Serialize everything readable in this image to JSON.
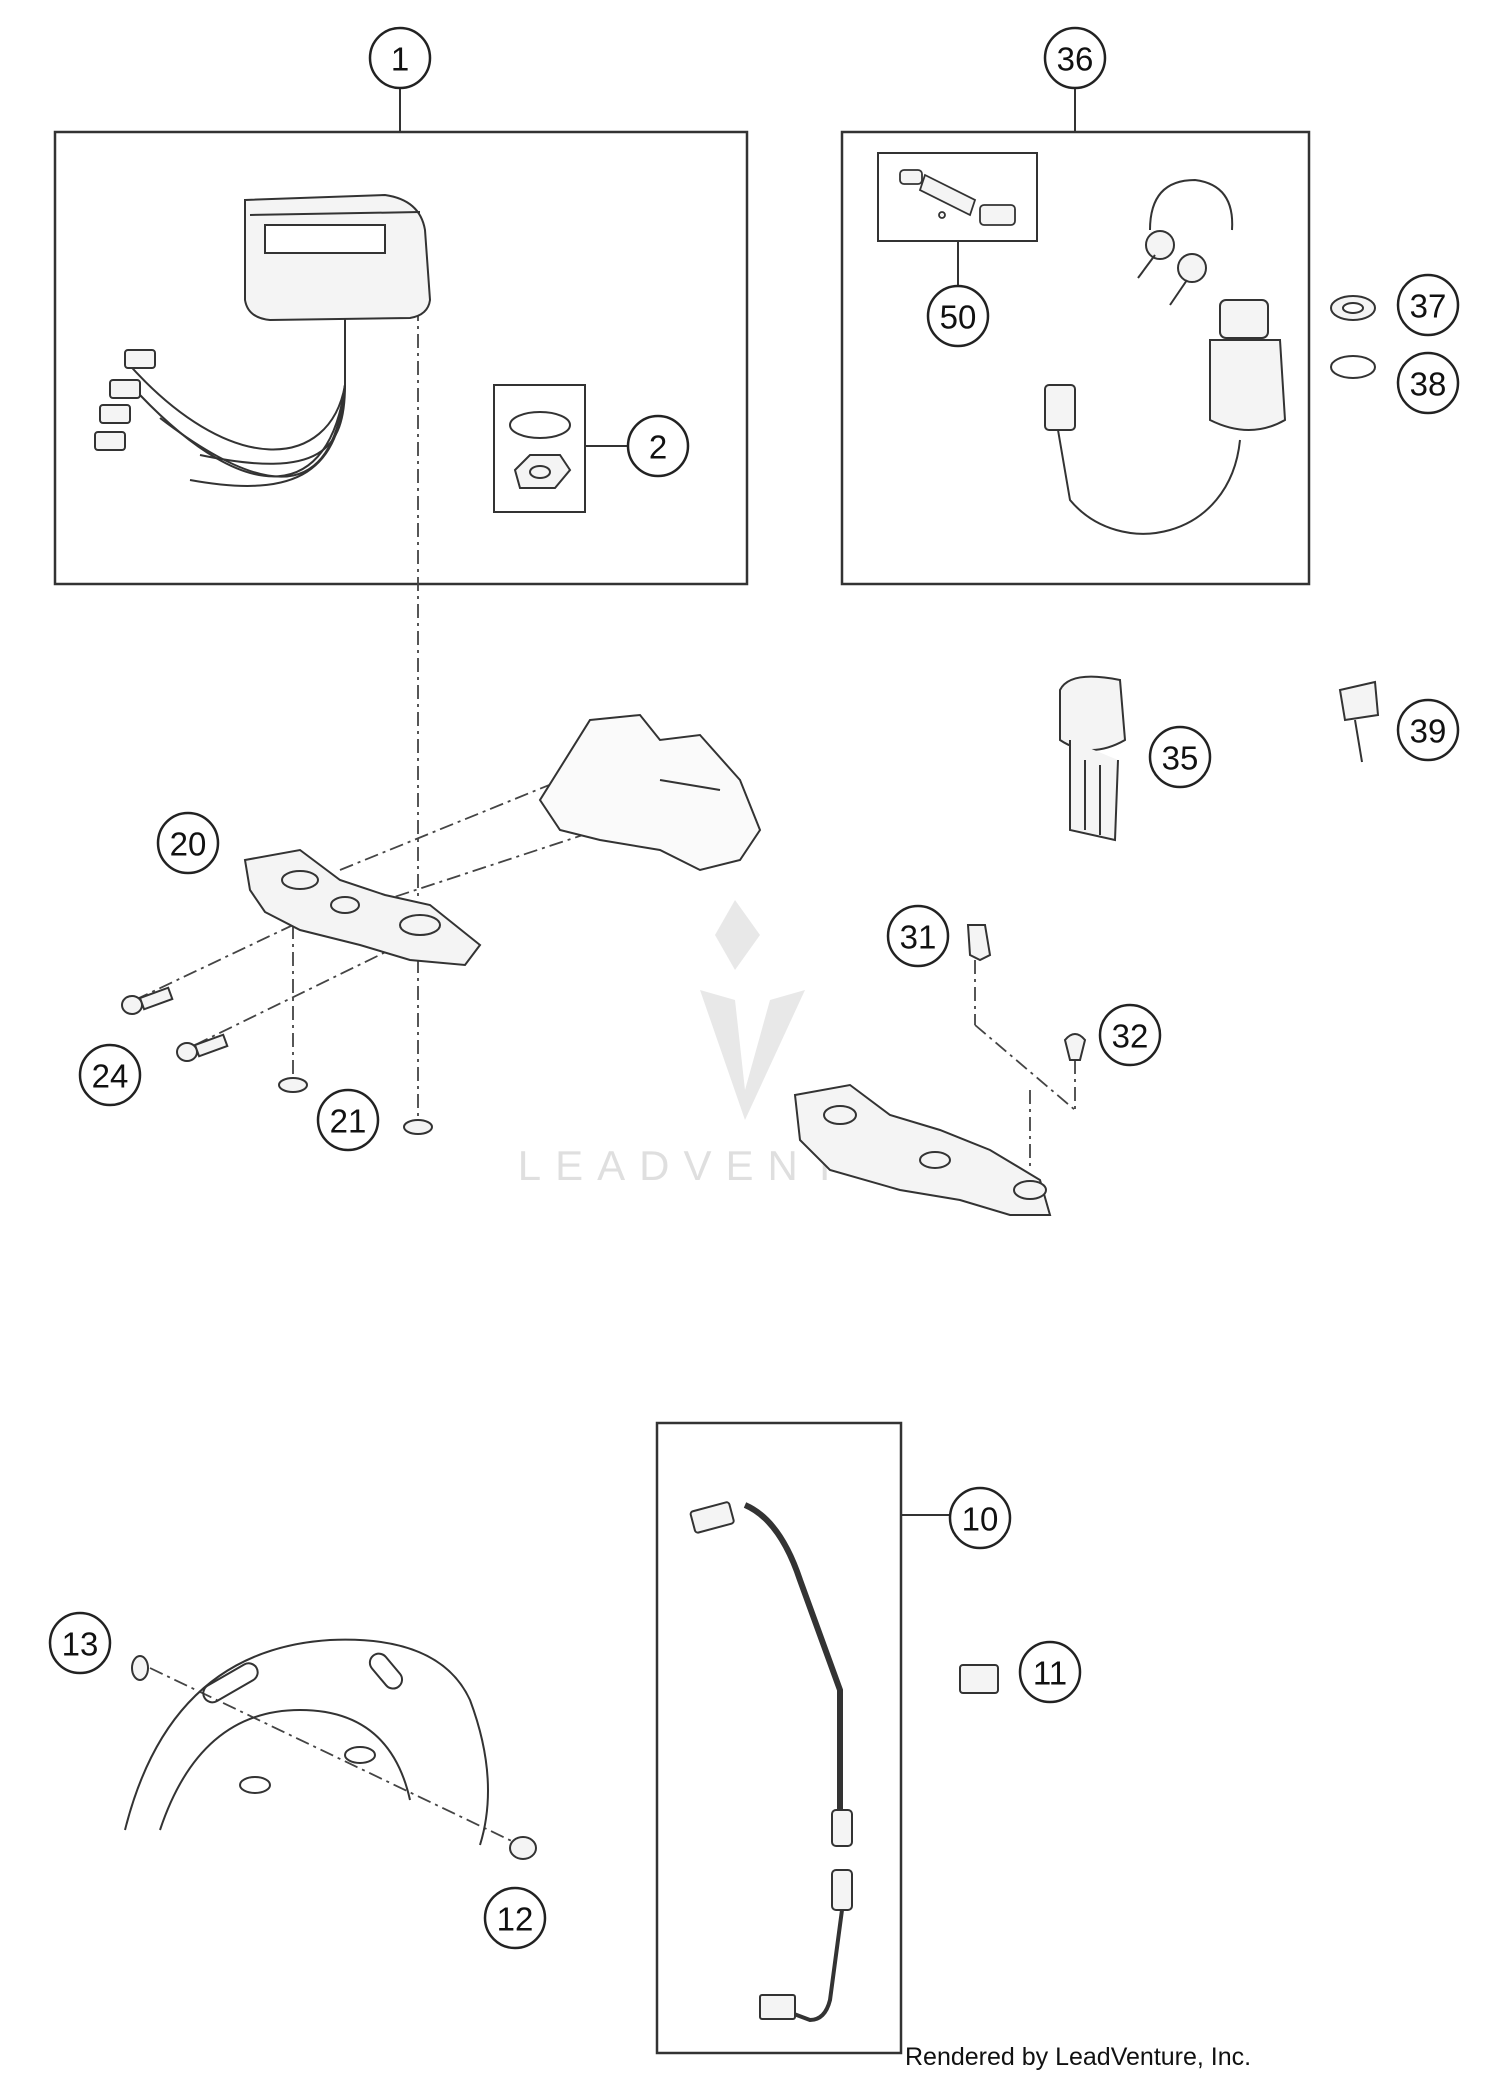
{
  "callouts": [
    {
      "label": "1"
    },
    {
      "label": "2"
    },
    {
      "label": "36"
    },
    {
      "label": "37"
    },
    {
      "label": "38"
    },
    {
      "label": "50"
    },
    {
      "label": "35"
    },
    {
      "label": "39"
    },
    {
      "label": "20"
    },
    {
      "label": "24"
    },
    {
      "label": "21"
    },
    {
      "label": "31"
    },
    {
      "label": "32"
    },
    {
      "label": "10"
    },
    {
      "label": "11"
    },
    {
      "label": "13"
    },
    {
      "label": "12"
    }
  ],
  "watermark": {
    "text": "LEADVENTURE"
  },
  "footer": {
    "credit": "Rendered by LeadVenture, Inc."
  },
  "colors": {
    "line": "#333333",
    "part_fill": "#f4f4f4",
    "watermark": "#dcdcdc"
  }
}
